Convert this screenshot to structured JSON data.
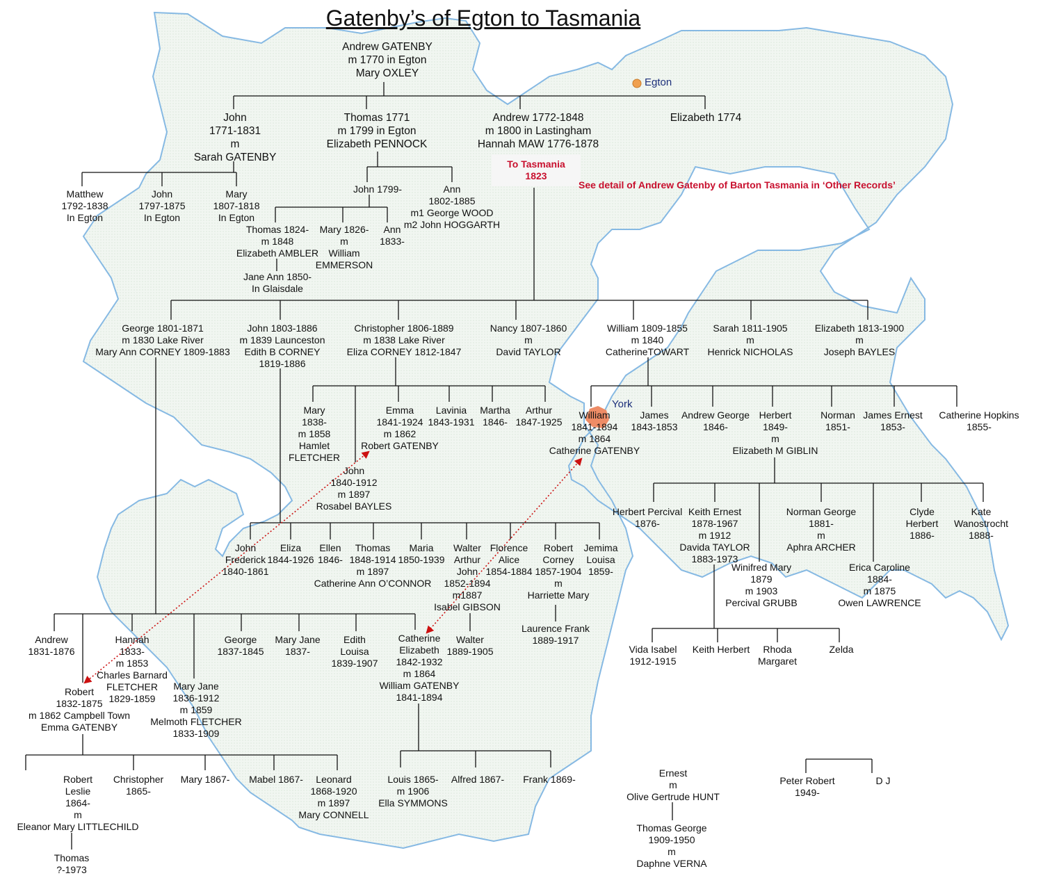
{
  "title": "Gatenby’s of Egton to Tasmania",
  "places": {
    "egton": "Egton",
    "york": "York"
  },
  "colors": {
    "map_fill": "#eef4ee",
    "map_stroke": "#86b9e3",
    "egton_dot": "#f0a050",
    "york_dot": "#ee8c66",
    "note_red": "#c8102e",
    "arrow_red": "#cc1111"
  },
  "tasmania_box": {
    "line1": "To Tasmania",
    "line2": "1823"
  },
  "note": "See detail of Andrew Gatenby of Barton Tasmania in ‘Other Records’",
  "people": {
    "andrew_root": [
      "Andrew GATENBY",
      "m 1770 in Egton",
      "Mary OXLEY"
    ],
    "john_1771": [
      "John",
      "1771-1831",
      "m",
      "Sarah GATENBY"
    ],
    "thomas_1771": [
      "Thomas 1771",
      "m 1799 in Egton",
      "Elizabeth PENNOCK"
    ],
    "andrew_1772": [
      "Andrew 1772-1848",
      "m 1800 in Lastingham",
      "Hannah MAW 1776-1878"
    ],
    "elizabeth_1774": [
      "Elizabeth 1774"
    ],
    "matthew": [
      "Matthew",
      "1792-1838",
      "In Egton"
    ],
    "john_1797": [
      "John",
      "1797-1875",
      "In Egton"
    ],
    "mary_1807": [
      "Mary",
      "1807-1818",
      "In Egton"
    ],
    "john_1799": [
      "John 1799-"
    ],
    "ann_1802": [
      "Ann",
      "1802-1885",
      "m1 George WOOD",
      "m2 John HOGGARTH"
    ],
    "thomas_1824": [
      "Thomas 1824-",
      "m 1848",
      "Elizabeth AMBLER"
    ],
    "mary_1826": [
      "Mary  1826-",
      "m",
      "William",
      "EMMERSON"
    ],
    "ann_1833": [
      "Ann",
      "1833-"
    ],
    "jane_ann": [
      "Jane Ann 1850-",
      "In Glaisdale"
    ],
    "george_1801": [
      "George 1801-1871",
      "m 1830 Lake River",
      "Mary Ann CORNEY 1809-1883"
    ],
    "john_1803": [
      "John 1803-1886",
      "m 1839 Launceston",
      "Edith B CORNEY",
      "1819-1886"
    ],
    "christopher_1806": [
      "Christopher 1806-1889",
      "m 1838 Lake River",
      "Eliza CORNEY 1812-1847"
    ],
    "nancy_1807": [
      "Nancy 1807-1860",
      "m",
      "David TAYLOR"
    ],
    "william_1809": [
      "William 1809-1855",
      "m 1840",
      "CatherineTOWART"
    ],
    "sarah_1811": [
      "Sarah 1811-1905",
      "m",
      "Henrick NICHOLAS"
    ],
    "elizabeth_1813": [
      "Elizabeth 1813-1900",
      "m",
      "Joseph BAYLES"
    ],
    "mary_1838": [
      "Mary",
      "1838-",
      "m 1858",
      "Hamlet",
      "FLETCHER"
    ],
    "emma_1841": [
      "Emma",
      "1841-1924",
      "m 1862",
      "Robert GATENBY"
    ],
    "lavinia": [
      "Lavinia",
      "1843-1931"
    ],
    "martha": [
      "Martha",
      "1846-"
    ],
    "arthur": [
      "Arthur",
      "1847-1925"
    ],
    "john_1840": [
      "John",
      "1840-1912",
      "m 1897",
      "Rosabel BAYLES"
    ],
    "william_1841": [
      "William",
      "1841-1894",
      "m 1864",
      "Catherine GATENBY"
    ],
    "james_1843": [
      "James",
      "1843-1853"
    ],
    "andrew_george": [
      "Andrew George",
      "1846-"
    ],
    "herbert_1849": [
      "Herbert",
      "1849-",
      "m",
      "Elizabeth M GIBLIN"
    ],
    "norman_1851": [
      "Norman",
      "1851-"
    ],
    "james_ernest": [
      "James Ernest",
      "1853-"
    ],
    "catherine_hopkins": [
      "Catherine Hopkins",
      "1855-"
    ],
    "herbert_percival": [
      "Herbert Percival",
      "1876-"
    ],
    "keith_ernest": [
      "Keith Ernest",
      "1878-1967",
      "m 1912",
      "Davida TAYLOR",
      "1883-1973"
    ],
    "norman_george": [
      "Norman George",
      "1881-",
      "m",
      "Aphra ARCHER"
    ],
    "clyde_herbert": [
      "Clyde",
      "Herbert",
      "1886-"
    ],
    "kate": [
      "Kate",
      "Wanostrocht",
      "1888-"
    ],
    "winifred": [
      "Winifred Mary",
      "1879",
      "m 1903",
      "Percival GRUBB"
    ],
    "erica": [
      "Erica Caroline",
      "1884-",
      "m 1875",
      "Owen LAWRENCE"
    ],
    "john_frederick": [
      "John",
      "Frederick",
      "1840-1861"
    ],
    "eliza_1844": [
      "Eliza",
      "1844-1926"
    ],
    "ellen": [
      "Ellen",
      "1846-"
    ],
    "thomas_1848": [
      "Thomas",
      "1848-1914",
      "m 1897"
    ],
    "thomas_wife": [
      "Catherine Ann O’CONNOR"
    ],
    "maria": [
      "Maria",
      "1850-1939"
    ],
    "walter_arthur": [
      "Walter",
      "Arthur",
      "John",
      "1852-1894",
      "m1887",
      "Isabel GIBSON"
    ],
    "florence": [
      "Florence",
      "Alice",
      "1854-1884"
    ],
    "robert_corney": [
      "Robert",
      "Corney",
      "1857-1904",
      "m",
      "Harriette Mary"
    ],
    "jemima": [
      "Jemima",
      "Louisa",
      "1859-"
    ],
    "walter_1889": [
      "Walter",
      "1889-1905"
    ],
    "laurence": [
      "Laurence Frank",
      "1889-1917"
    ],
    "andrew_1831": [
      "Andrew",
      "1831-1876"
    ],
    "robert_1832": [
      "Robert",
      "1832-1875",
      "m 1862 Campbell Town",
      "Emma GATENBY"
    ],
    "hannah_1833": [
      "Hannah",
      "1833-",
      "m 1853",
      "Charles Barnard",
      "FLETCHER",
      "1829-1859"
    ],
    "mary_jane_1836": [
      "Mary Jane",
      "1836-1912",
      "m 1859",
      "Melmoth FLETCHER",
      "1833-1909"
    ],
    "george_1837": [
      "George",
      "1837-1845"
    ],
    "mary_jane_1837": [
      "Mary Jane",
      "1837-"
    ],
    "edith_1839": [
      "Edith",
      "Louisa",
      "1839-1907"
    ],
    "catherine_1842": [
      "Catherine",
      "Elizabeth",
      "1842-1932",
      "m 1864",
      "William GATENBY",
      "1841-1894"
    ],
    "vida": [
      "Vida Isabel",
      "1912-1915"
    ],
    "keith_herbert": [
      "Keith Herbert"
    ],
    "rhoda": [
      "Rhoda",
      "Margaret"
    ],
    "zelda": [
      "Zelda"
    ],
    "robert_leslie": [
      "Robert",
      "Leslie",
      "1864-",
      "m",
      "Eleanor Mary LITTLECHILD"
    ],
    "christopher_1865": [
      "Christopher",
      "1865-"
    ],
    "mary_1867": [
      "Mary 1867-"
    ],
    "mabel_1867": [
      "Mabel 1867-"
    ],
    "leonard": [
      "Leonard",
      "1868-1920",
      "m 1897",
      "Mary CONNELL"
    ],
    "thomas_1973": [
      "Thomas",
      "?-1973"
    ],
    "louis": [
      "Louis 1865-",
      "m 1906",
      "Ella SYMMONS"
    ],
    "alfred": [
      "Alfred 1867-"
    ],
    "frank": [
      "Frank 1869-"
    ],
    "ernest": [
      "Ernest",
      "m",
      "Olive Gertrude HUNT"
    ],
    "thomas_george": [
      "Thomas George",
      "1909-1950",
      "m",
      "Daphne VERNA"
    ],
    "peter_robert": [
      "Peter Robert",
      "1949-"
    ],
    "dj": [
      "D J"
    ]
  }
}
